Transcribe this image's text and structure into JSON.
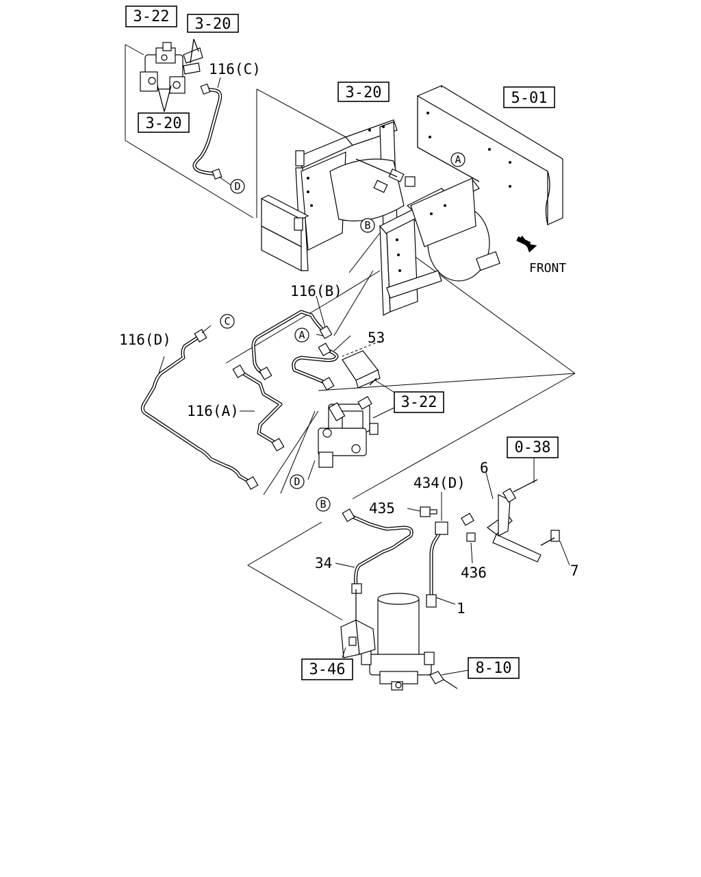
{
  "diagram": {
    "ref_boxes": {
      "r_3_22_top": "3-22",
      "r_3_20_top": "3-20",
      "r_3_20_left": "3-20",
      "r_3_20_mid": "3-20",
      "r_5_01": "5-01",
      "r_3_22_mid": "3-22",
      "r_0_38": "0-38",
      "r_3_46": "3-46",
      "r_8_10": "8-10"
    },
    "part_labels": {
      "p_116c": "116(C)",
      "p_116b": "116(B)",
      "p_116d": "116(D)",
      "p_116a": "116(A)",
      "p_53": "53",
      "p_434d": "434(D)",
      "p_435": "435",
      "p_6": "6",
      "p_7": "7",
      "p_436": "436",
      "p_34": "34",
      "p_1": "1"
    },
    "connectors": {
      "c_d_top": "D",
      "c_a_top": "A",
      "c_b_top": "B",
      "c_c_mid": "C",
      "c_a_mid": "A",
      "c_d_mid": "D",
      "c_b_low": "B"
    },
    "front_label": "FRONT",
    "front_arrow_icon": "front-direction-arrow-icon"
  }
}
